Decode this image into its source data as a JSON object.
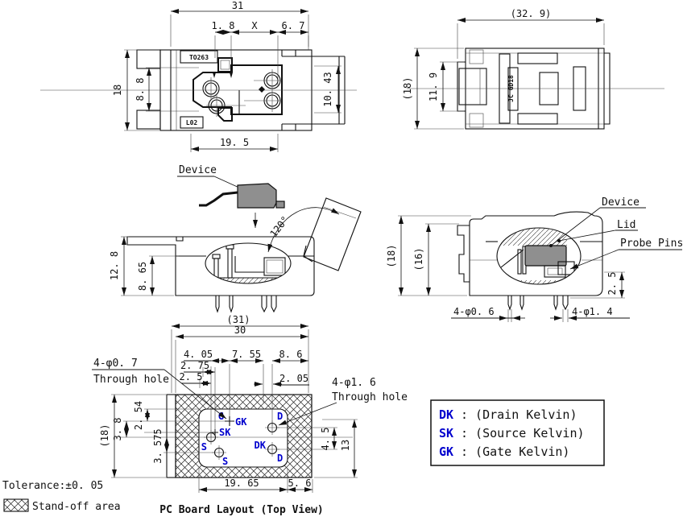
{
  "top_view": {
    "dim_31": "31",
    "dim_1_8": "1. 8",
    "dim_x": "X",
    "dim_6_7": "6. 7",
    "dim_18": "18",
    "dim_8_8": "8. 8",
    "dim_10_43": "10. 43",
    "dim_19_5": "19. 5",
    "mark_top": "TO263",
    "mark_bottom": "L02"
  },
  "rear_view": {
    "dim_32_9": "(32. 9)",
    "dim_18": "(18)",
    "dim_11_9": "11. 9",
    "mark": "JC GD18"
  },
  "side_view": {
    "device_label": "Device",
    "angle": "120°",
    "dim_12_8": "12. 8",
    "dim_8_65": "8. 65"
  },
  "front_view": {
    "device_label": "Device",
    "lid_label": "Lid",
    "probe_label": "Probe Pins",
    "dim_18": "(18)",
    "dim_16": "(16)",
    "dim_2_5": "2. 5",
    "hole_small": "4-φ0. 6",
    "hole_large": "4-φ1. 4"
  },
  "pcb": {
    "dim_31": "(31)",
    "dim_30": "30",
    "dim_4_05": "4. 05",
    "dim_7_55": "7. 55",
    "dim_8_6": "8. 6",
    "dim_2_75": "2. 75",
    "dim_2_5": "2. 5",
    "dim_2_05": "2. 05",
    "dim_18": "(18)",
    "dim_3_8": "3. 8",
    "dim_2_54": "2. 54",
    "dim_3_575": "3. 575",
    "dim_4_5": "4. 5",
    "dim_13": "13",
    "dim_19_65": "19. 65",
    "dim_5_6": "5. 6",
    "hole_small_line1": "4-φ0. 7",
    "hole_small_line2": "Through hole",
    "hole_large_line1": "4-φ1. 6",
    "hole_large_line2": "Through hole",
    "pins": {
      "g": "G",
      "gk": "GK",
      "sk": "SK",
      "s1": "S",
      "s2": "S",
      "d1": "D",
      "dk": "DK",
      "d2": "D"
    },
    "caption": "PC Board Layout (Top View)"
  },
  "legend": {
    "rows": [
      {
        "abbr": "DK",
        "desc": ": (Drain Kelvin)"
      },
      {
        "abbr": "SK",
        "desc": ": (Source Kelvin)"
      },
      {
        "abbr": "GK",
        "desc": ": (Gate Kelvin)"
      }
    ]
  },
  "notes": {
    "tolerance": "Tolerance:±0. 05",
    "standoff": "Stand-off area"
  },
  "colors": {
    "line": "#111111",
    "blue": "#0000cd",
    "device_fill": "#8f8f8f",
    "bg": "#ffffff"
  }
}
